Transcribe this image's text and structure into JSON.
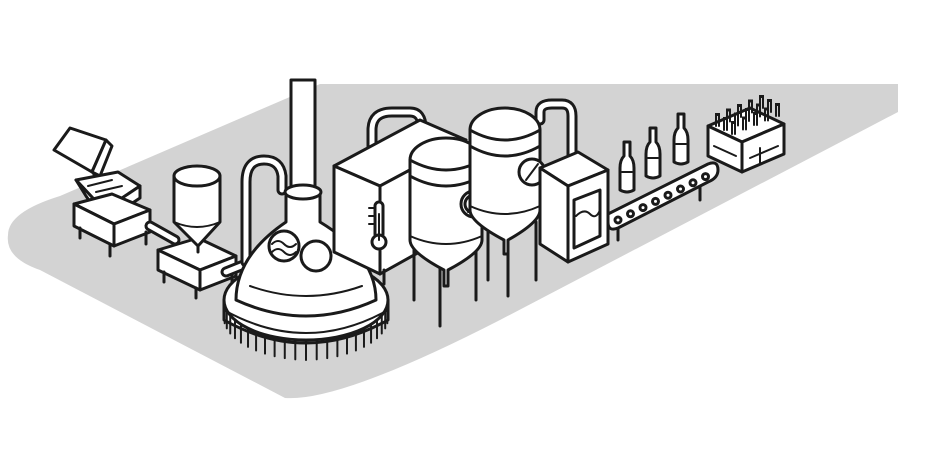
{
  "colors": {
    "floor": "#d3d3d3",
    "line": "#1a1a1a",
    "fill": "#ffffff",
    "background": "#ffffff"
  },
  "scene": {
    "stages": [
      {
        "id": "grain-bag",
        "icon": "grain-bag-icon"
      },
      {
        "id": "hopper",
        "icon": "hopper-icon"
      },
      {
        "id": "mill-silo",
        "icon": "silo-icon"
      },
      {
        "id": "brew-kettle",
        "icon": "brew-kettle-icon"
      },
      {
        "id": "heat-exchanger",
        "icon": "thermometer-icon"
      },
      {
        "id": "fermenter-1",
        "icon": "fermenter-icon"
      },
      {
        "id": "fermenter-2",
        "icon": "fermenter-icon"
      },
      {
        "id": "filter-tank",
        "icon": "filter-icon"
      },
      {
        "id": "bottling-conveyor",
        "icon": "bottle-icon"
      },
      {
        "id": "bottle-crate",
        "icon": "crate-icon"
      }
    ]
  }
}
